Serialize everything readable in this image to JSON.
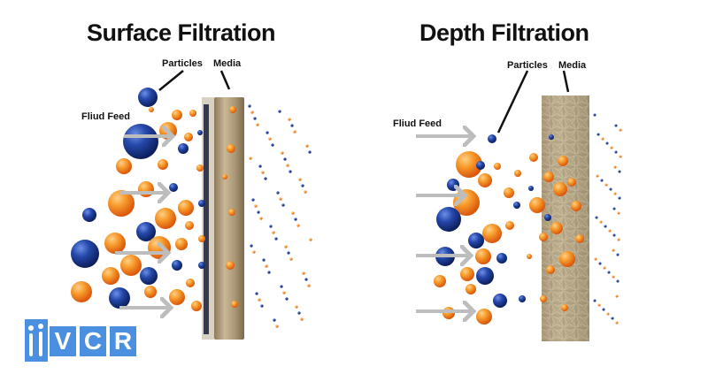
{
  "left_panel": {
    "title": "Surface Filtration",
    "label_particles": "Particles",
    "label_media": "Media",
    "label_feed": "Fliud Feed"
  },
  "right_panel": {
    "title": "Depth Filtration",
    "label_particles": "Particles",
    "label_media": "Media",
    "label_feed": "Fliud Feed"
  },
  "logo": {
    "letters": [
      "V",
      "C",
      "R"
    ]
  },
  "colors": {
    "orange": "#f08a1c",
    "blue": "#1e3f9a",
    "arrow": "#bdbdbd",
    "media": "#a89676",
    "logo": "#4a8fe0"
  }
}
